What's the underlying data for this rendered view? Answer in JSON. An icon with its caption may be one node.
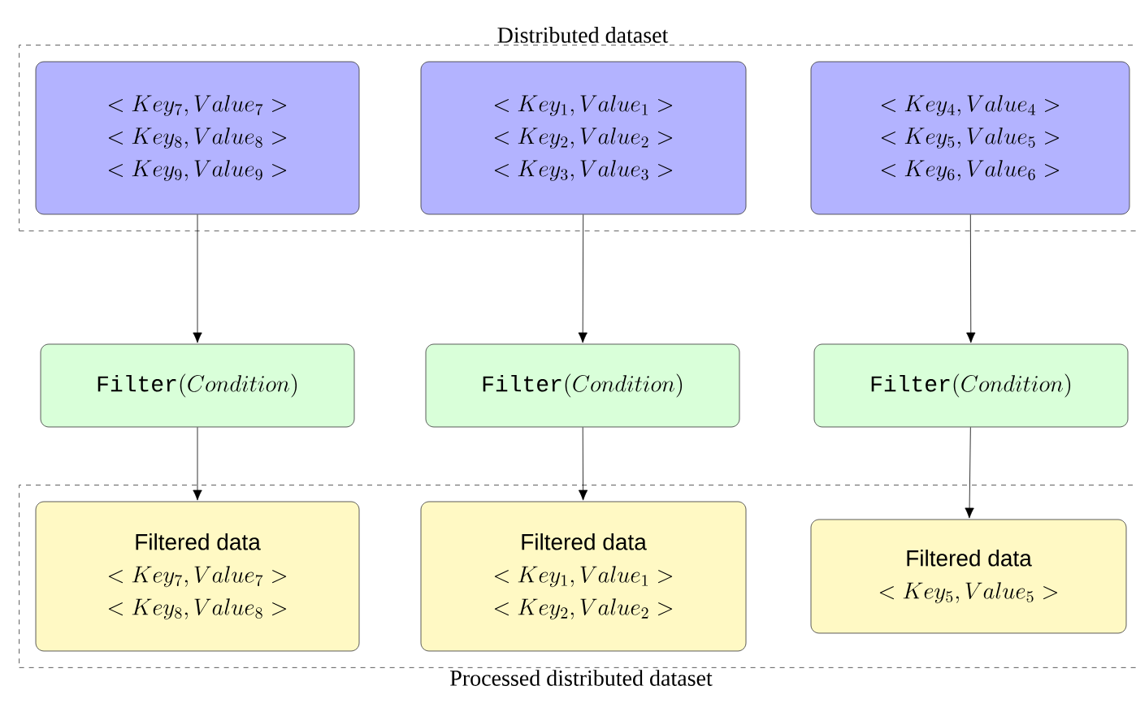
{
  "diagram": {
    "nodes": [
      {
        "text": [
          "Distributed dataset"
        ]
      },
      {
        "text": [
          "< Key_7, Value_7 >",
          "< Key_8, Value_8 >",
          "< Key_9, Value_9 >"
        ],
        "in": 0
      },
      {
        "text": [
          "< Key_1, Value_1 >",
          "< Key_2, Value_2 >",
          "< Key_3, Value_3 >"
        ],
        "in": 0
      },
      {
        "text": [
          "< Key_4, Value_4 >",
          "< Key_5, Value_5 >",
          "< Key_6, Value_6 >"
        ],
        "in": 0
      },
      {
        "text": [
          "\\texttt{Filter}(Condition)"
        ]
      },
      {
        "text": [
          "\\texttt{Filter}(Condition)"
        ]
      },
      {
        "text": [
          "\\texttt{Filter}(Condition)"
        ]
      },
      {
        "text": [
          "Processed distributed dataset"
        ]
      },
      {
        "text": [
          "Filtered data",
          "< Key_7, Value_7 >",
          "< Key_8, Value_8 >"
        ],
        "in": 7
      },
      {
        "text": [
          "Filtered data",
          "< Key_1, Value_1 >",
          "< Key_2, Value_2 >"
        ],
        "in": 7
      },
      {
        "text": [
          "Filtered data",
          "< Key_5, Value_5 >"
        ],
        "in": 7
      }
    ],
    "edges": [
      {
        "from": 1,
        "to": 4,
        "arrow": "to"
      },
      {
        "from": 2,
        "to": 5,
        "arrow": "to"
      },
      {
        "from": 3,
        "to": 6,
        "arrow": "to"
      },
      {
        "from": 4,
        "to": 8,
        "arrow": "to"
      },
      {
        "from": 5,
        "to": 9,
        "arrow": "to"
      },
      {
        "from": 6,
        "to": 10,
        "arrow": "to"
      }
    ]
  }
}
